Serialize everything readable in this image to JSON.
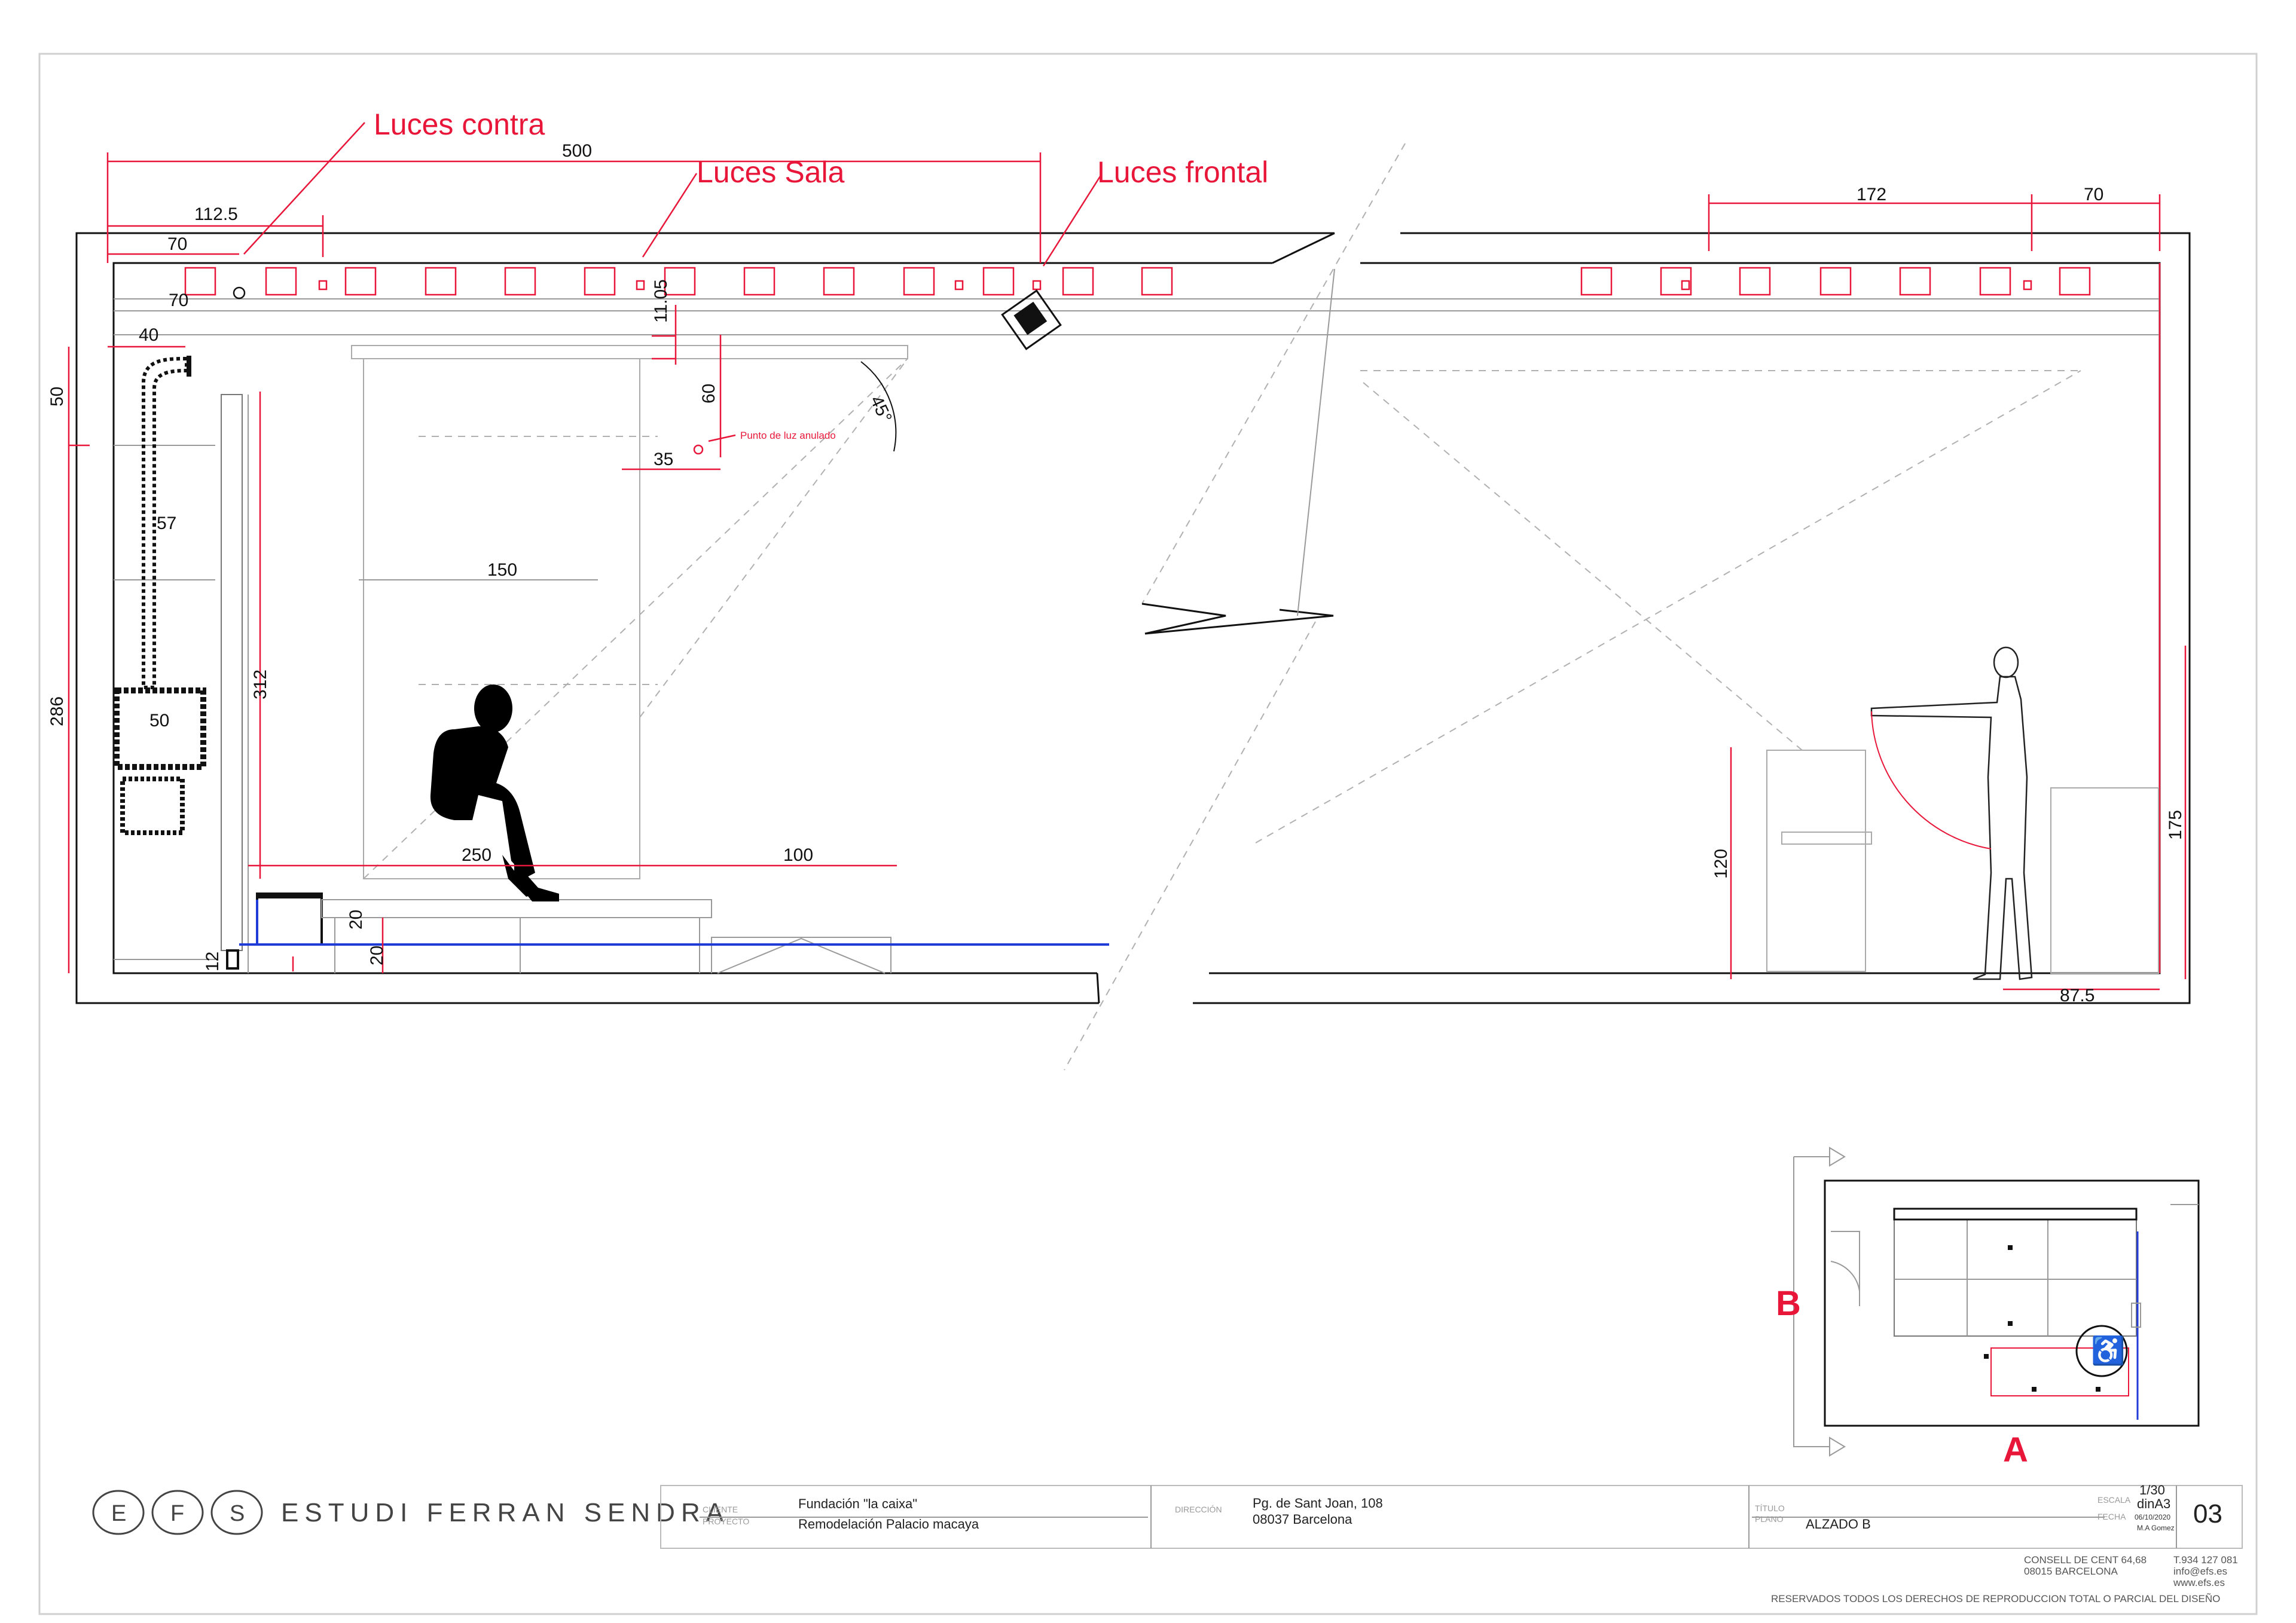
{
  "callouts": {
    "luces_contra": "Luces contra",
    "luces_sala": "Luces Sala",
    "luces_frontal": "Luces frontal",
    "punto_luz": "Punto de luz anulado"
  },
  "dimensions": {
    "d500": "500",
    "d112_5": "112.5",
    "d70_top": "70",
    "d70_left": "70",
    "d40": "40",
    "d50_vert": "50",
    "d57": "57",
    "d286": "286",
    "d312": "312",
    "d50_box": "50",
    "d11_05": "11.05",
    "d60": "60",
    "d35": "35",
    "d45": "45°",
    "d150": "150",
    "d250": "250",
    "d100": "100",
    "d20a": "20",
    "d20b": "20",
    "d12": "12",
    "d172": "172",
    "d70_right": "70",
    "d120": "120",
    "d175": "175",
    "d87_5": "87.5"
  },
  "keyplan": {
    "label_b": "B",
    "label_a": "A"
  },
  "logo": {
    "letters": [
      "E",
      "F",
      "S"
    ],
    "company": "ESTUDI FERRAN SENDRA"
  },
  "titleblock": {
    "cliente_label": "CLIENTE",
    "cliente_value": "Fundación \"la caixa\"",
    "proyecto_label": "PROYECTO",
    "proyecto_value": "Remodelación Palacio macaya",
    "direccion_label": "DIRECCIÓN",
    "direccion_line1": "Pg. de Sant Joan, 108",
    "direccion_line2": "08037 Barcelona",
    "titulo_label": "TÍTULO",
    "plano_label": "PLANO",
    "plano_value": "ALZADO  B",
    "escala_label": "ESCALA",
    "escala_value": "1/30",
    "formato_value": "dinA3",
    "fecha_label": "FECHA",
    "fecha_value": "06/10/2020",
    "autor_value": "M.A Gomez",
    "sheet_number": "03"
  },
  "contact": {
    "address1": "CONSELL DE CENT 64,68",
    "address2": "08015 BARCELONA",
    "phone": "T.934 127 081",
    "email": "info@efs.es",
    "web": "www.efs.es",
    "rights": "RESERVADOS TODOS LOS DERECHOS DE REPRODUCCION TOTAL O PARCIAL DEL DISEÑO"
  },
  "colors": {
    "accent_red": "#e8173a",
    "line_blue": "#1f3bd8",
    "ink": "#111111"
  }
}
